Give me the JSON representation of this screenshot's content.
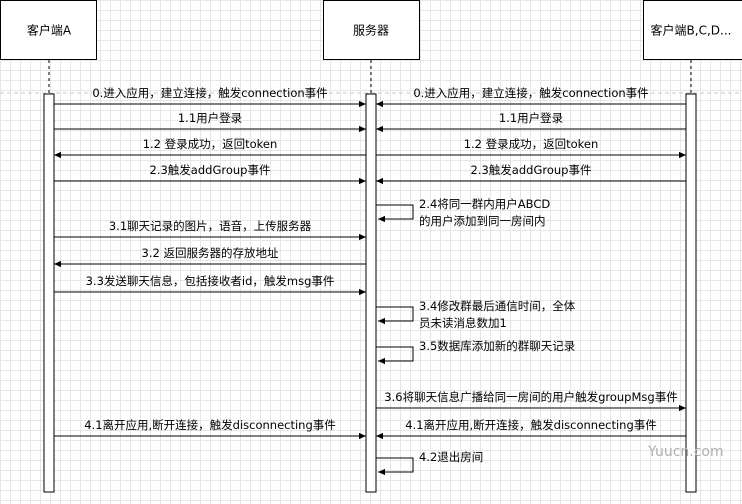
{
  "actors": [
    {
      "id": "clientA",
      "label": "客户端A"
    },
    {
      "id": "server",
      "label": "服务器"
    },
    {
      "id": "clientsBCD",
      "label": "客户端B,C,D..."
    }
  ],
  "messages": [
    {
      "id": "m0a",
      "label": "0.进入应用，建立连接，触发connection事件",
      "from": "clientA",
      "to": "server"
    },
    {
      "id": "m0b",
      "label": "0.进入应用，建立连接，触发connection事件",
      "from": "clientsBCD",
      "to": "server"
    },
    {
      "id": "m11a",
      "label": "1.1用户登录",
      "from": "clientA",
      "to": "server"
    },
    {
      "id": "m11b",
      "label": "1.1用户登录",
      "from": "clientsBCD",
      "to": "server"
    },
    {
      "id": "m12a",
      "label": "1.2 登录成功，返回token",
      "from": "server",
      "to": "clientA"
    },
    {
      "id": "m12b",
      "label": "1.2 登录成功，返回token",
      "from": "server",
      "to": "clientsBCD"
    },
    {
      "id": "m23a",
      "label": "2.3触发addGroup事件",
      "from": "clientA",
      "to": "server"
    },
    {
      "id": "m23b",
      "label": "2.3触发addGroup事件",
      "from": "clientsBCD",
      "to": "server"
    },
    {
      "id": "m24",
      "label_lines": [
        "2.4将同一群内用户ABCD",
        "的用户添加到同一房间内"
      ],
      "from": "server",
      "to": "server",
      "self": true
    },
    {
      "id": "m31",
      "label": "3.1聊天记录的图片，语音，上传服务器",
      "from": "clientA",
      "to": "server"
    },
    {
      "id": "m32",
      "label": "3.2 返回服务器的存放地址",
      "from": "server",
      "to": "clientA"
    },
    {
      "id": "m33",
      "label": "3.3发送聊天信息，包括接收者id，触发msg事件",
      "from": "clientA",
      "to": "server"
    },
    {
      "id": "m34",
      "label_lines": [
        "3.4修改群最后通信时间，全体",
        "员未读消息数加1"
      ],
      "from": "server",
      "to": "server",
      "self": true
    },
    {
      "id": "m35",
      "label_lines": [
        "3.5数据库添加新的群聊天记录"
      ],
      "from": "server",
      "to": "server",
      "self": true
    },
    {
      "id": "m36",
      "label": "3.6将聊天信息广播给同一房间的用户触发groupMsg事件",
      "from": "server",
      "to": "clientsBCD"
    },
    {
      "id": "m41a",
      "label": "4.1离开应用,断开连接，触发disconnecting事件",
      "from": "clientA",
      "to": "server"
    },
    {
      "id": "m41b",
      "label": "4.1离开应用,断开连接，触发disconnecting事件",
      "from": "clientsBCD",
      "to": "server"
    },
    {
      "id": "m42",
      "label_lines": [
        "4.2退出房间"
      ],
      "from": "server",
      "to": "server",
      "self": true
    }
  ],
  "watermark": "Yuucn.com"
}
